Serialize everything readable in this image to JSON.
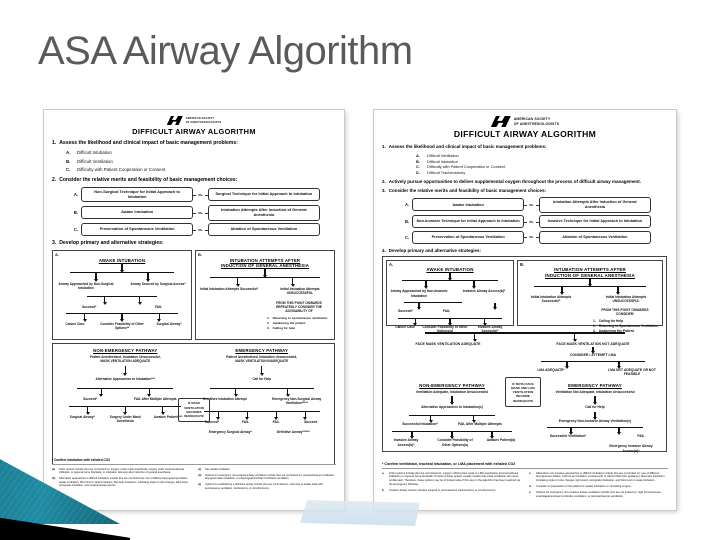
{
  "slide": {
    "title": "ASA Airway Algorithm",
    "title_color": "#5a5a5a",
    "background": "#ffffff",
    "accent_color": "#1b7e96"
  },
  "left_document": {
    "logo": {
      "name": "asa-logo",
      "line1": "AMERICAN SOCIETY",
      "line2": "OF ANESTHESIOLOGISTS"
    },
    "title": "DIFFICULT AIRWAY ALGORITHM",
    "step1": {
      "num": "1.",
      "text": "Assess the likelihood and clinical impact of basic management problems:"
    },
    "step1_items": [
      {
        "key": "A.",
        "text": "Difficult Intubation"
      },
      {
        "key": "B.",
        "text": "Difficult Ventilation"
      },
      {
        "key": "C.",
        "text": "Difficulty with Patient Cooperation or Consent"
      }
    ],
    "step2": {
      "num": "2.",
      "text": "Consider the relative merits and feasibility of basic management choices:"
    },
    "choices": [
      {
        "key": "A.",
        "left": "Non-Surgical Technique for Initial Approach to Intubation",
        "vs": "vs.",
        "right": "Surgical Technique for Initial Approach to Intubation"
      },
      {
        "key": "B.",
        "left": "Awake Intubation",
        "vs": "vs.",
        "right": "Intubation Attempts After Induction of General Anesthesia"
      },
      {
        "key": "C.",
        "left": "Preservation of Spontaneous Ventilation",
        "vs": "vs.",
        "right": "Ablation of Spontaneous Ventilation"
      }
    ],
    "step3": {
      "num": "3.",
      "text": "Develop primary and alternative strategies:"
    },
    "panelA": {
      "letter": "A.",
      "head": "AWAKE INTUBATION",
      "branch_left": "Airway Approached by Non-Surgical Intubation",
      "branch_right": "Airway Secured by Surgical Access*",
      "succeed": "Succeed*",
      "fail": "FAIL",
      "outcomes": [
        "Cancel Case",
        "Consider Feasibility of Other Options**",
        "Surgical Airway*"
      ]
    },
    "panelB": {
      "letter": "B.",
      "head_line1": "INTUBATION ATTEMPTS AFTER",
      "head_line2": "INDUCTION OF GENERAL ANESTHESIA",
      "initial_success": "Initial Intubation Attempts Successful*",
      "initial_fail": "Initial Intubation Attempts UNSUCCESSFUL",
      "consider_head": "FROM THIS POINT ONWARDS REPEATEDLY CONSIDER THE ADVISABILITY OF",
      "consider_items": [
        {
          "n": "1.",
          "t": "Returning to spontaneous ventilation"
        },
        {
          "n": "2.",
          "t": "Awakening the patient"
        },
        {
          "n": "3.",
          "t": "Calling for help"
        }
      ]
    },
    "pathways": {
      "non_emergency": {
        "head": "NON-EMERGENCY PATHWAY",
        "sub1": "Patient Anesthetized, Intubation Unsuccessful,",
        "sub2": "MASK VENTILATION ADEQUATE",
        "alt": "Alternative Approaches to Intubation***",
        "succeed": "Succeed*",
        "fail": "FAIL After Multiple Attempts",
        "outcomes": [
          "Surgical Airway*",
          "Surgery Under Mask Anesthesia",
          "Awaken Patient****"
        ]
      },
      "emergency": {
        "head": "EMERGENCY PATHWAY",
        "sub1": "Patient Anesthetized, Intubation Unsuccessful,",
        "sub2": "MASK VENTILATION INADEQUATE",
        "call": "Call for Help",
        "left_branch": "One More Intubation Attempt",
        "right_branch": "Emergency Non-Surgical Airway Ventilation*****",
        "left_succeed": "Succeed*",
        "left_fail": "FAIL",
        "right_fail": "FAIL",
        "right_succeed": "Succeed",
        "bottom_left": "Emergency Surgical Airway*",
        "bottom_right": "Definitive Airway******"
      },
      "inadequate_box": "IF MASK VENTILATION BECOMES INADEQUATE"
    },
    "footnote_star": "* Confirm intubation with exhaled CO2",
    "footnotes_left": [
      {
        "k": "(a)",
        "t": "Other options include (but are not limited to): surgery under mask anesthesia, surgery under local anesthesia infiltration or regional nerve blockade, or intubation attempts after induction of general anesthesia."
      },
      {
        "k": "(b)",
        "t": "Alternative approaches to difficult intubation include (but are not limited to): use of different laryngoscope blades, awake intubation, blind oral or nasal intubation, fiberoptic intubation, intubating stylet or tube changer, light wand, retrograde intubation, and surgical airway access."
      }
    ],
    "footnotes_right": [
      {
        "k": "(c)",
        "t": "See awake intubation."
      },
      {
        "k": "(d)",
        "t": "Options for emergency non-surgical airway ventilation include (but are not limited to): transtracheal jet ventilation, laryngeal mask ventilation, or esophageal-tracheal Combitube ventilation."
      },
      {
        "k": "(e)",
        "t": "Options for establishing a definitive airway include (but are not limited to): returning to awake state with spontaneous ventilation, tracheotomy, or cricothyrotomy."
      }
    ]
  },
  "right_document": {
    "logo": {
      "name": "asa-logo",
      "line1": "AMERICAN SOCIETY",
      "line2": "OF ANESTHESIOLOGISTS"
    },
    "title": "DIFFICULT AIRWAY ALGORITHM",
    "step1": {
      "num": "1.",
      "text": "Assess the likelihood and clinical impact of basic management problems:"
    },
    "step1_items": [
      {
        "key": "A.",
        "text": "Difficult Ventilation"
      },
      {
        "key": "B.",
        "text": "Difficult Intubation"
      },
      {
        "key": "C.",
        "text": "Difficulty with Patient Cooperation or Consent"
      },
      {
        "key": "D.",
        "text": "Difficult Tracheostomy"
      }
    ],
    "step2": {
      "num": "2.",
      "text": "Actively pursue opportunities to deliver supplemental oxygen throughout the process of difficult airway management."
    },
    "step3": {
      "num": "3.",
      "text": "Consider the relative merits and feasibility of basic management choices:"
    },
    "choices": [
      {
        "key": "A.",
        "left": "Awake Intubation",
        "vs": "vs.",
        "right": "Intubation Attempts After Induction of General Anesthesia"
      },
      {
        "key": "B.",
        "left": "Non-Invasive Technique for Initial Approach to Intubation",
        "vs": "vs.",
        "right": "Invasive Technique for Initial Approach to Intubation"
      },
      {
        "key": "C.",
        "left": "Preservation of Spontaneous Ventilation",
        "vs": "vs.",
        "right": "Ablation of Spontaneous Ventilation"
      }
    ],
    "step4": {
      "num": "4.",
      "text": "Develop primary and alternative strategies:"
    },
    "panelA": {
      "letter": "A.",
      "head": "AWAKE INTUBATION",
      "branch_left": "Airway Approached by Non-Invasive Intubation",
      "branch_right": "Invasive Airway Access(b)*",
      "succeed": "Succeed*",
      "fail": "FAIL",
      "outcomes": [
        "Cancel Case",
        "Consider Feasibility of Other Options(a)",
        "Invasive Airway Access(b)*"
      ]
    },
    "panelB": {
      "letter": "B.",
      "head_line1": "INTUBATION ATTEMPTS AFTER",
      "head_line2": "INDUCTION OF GENERAL ANESTHESIA",
      "initial_success": "Initial Intubation Attempts Successful*",
      "initial_fail": "Initial Intubation Attempts UNSUCCESSFUL",
      "consider_head": "FROM THIS POINT ONWARDS CONSIDER:",
      "consider_items": [
        {
          "n": "1.",
          "t": "Calling for Help"
        },
        {
          "n": "2.",
          "t": "Returning to Spontaneous Ventilation"
        },
        {
          "n": "3.",
          "t": "Awakening the Patient"
        }
      ]
    },
    "mask": {
      "adequate": "FACE MASK VENTILATION ADEQUATE",
      "not_adequate": "FACE MASK VENTILATION NOT ADEQUATE",
      "consider_lma": "CONSIDER / ATTEMPT LMA",
      "lma_adequate": "LMA ADEQUATE*",
      "lma_not_adequate": "LMA NOT ADEQUATE OR NOT FEASIBLE"
    },
    "pathways": {
      "non_emergency": {
        "head": "NON-EMERGENCY PATHWAY",
        "sub": "Ventilation Adequate, Intubation Unsuccessful",
        "alt": "Alternative Approaches to Intubation(c)",
        "succeed": "Successful Intubation*",
        "fail": "FAIL After Multiple Attempts",
        "outcomes": [
          "Invasive Airway Access(b)*",
          "Consider Feasibility of Other Options(a)",
          "Awaken Patient(d)"
        ]
      },
      "emergency": {
        "head": "EMERGENCY PATHWAY",
        "sub": "Ventilation Not Adequate, Intubation Unsuccessful",
        "call": "Call for Help",
        "non_invasive": "Emergency Non-Invasive Airway Ventilation(e)",
        "succeed": "Successful Ventilation*",
        "fail": "FAIL",
        "invasive": "Emergency Invasive Airway Access(b)*"
      },
      "inadequate_box": "IF BOTH FACE MASK AND LMA VENTILATION BECOME INADEQUATE"
    },
    "footnote_star": "* Confirm ventilation, tracheal intubation, or LMA placement with exhaled CO2",
    "footnotes_left": [
      {
        "k": "a.",
        "t": "Other options include (but are not limited to): surgery utilizing face mask or LMA anesthesia, local anesthesia infiltration or regional nerve blockade. Pursuit of these options usually implies that mask ventilation will not be problematic. Therefore, these options may be of limited value if this step in the algorithm has been reached via the Emergency Pathway."
      },
      {
        "k": "b.",
        "t": "Invasive airway access includes surgical or percutaneous tracheostomy or cricothyrotomy."
      }
    ],
    "footnotes_right": [
      {
        "k": "c.",
        "t": "Alternative non-invasive approaches to difficult intubation include (but are not limited to): use of different laryngoscope blades, LMA as an intubation conduit (with or without fiberoptic guidance), fiberoptic intubation, intubating stylet or tube changer, light wand, retrograde intubation, and blind oral or nasal intubation."
      },
      {
        "k": "d.",
        "t": "Consider re-preparation of the patient for awake intubation or cancelling surgery."
      },
      {
        "k": "e.",
        "t": "Options for emergency non-invasive airway ventilation include (but are not limited to): rigid bronchoscope, esophageal-tracheal combitube ventilation, or transtracheal jet ventilation."
      }
    ]
  }
}
